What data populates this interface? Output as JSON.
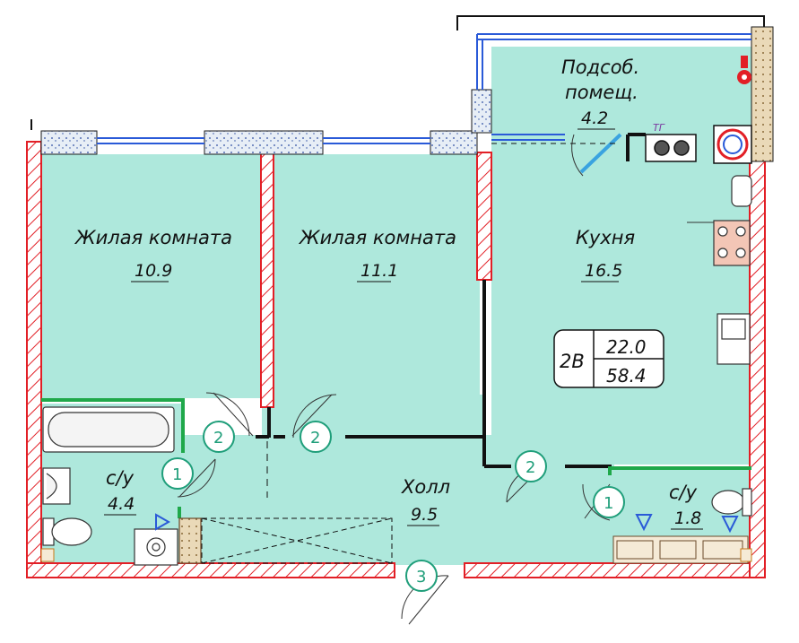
{
  "colors": {
    "floor": "#aee8dc",
    "wall_outline": "#e21f26",
    "wall_hatch": "#e21f26",
    "insulation": "#9fb3c8",
    "window": "#2a5ad8",
    "door_number": "#1f9e7a",
    "partition": "#111111",
    "green_partition": "#1fa84a"
  },
  "rooms": [
    {
      "id": "bedroom-1",
      "name": "Жилая комната",
      "area": "10.9"
    },
    {
      "id": "bedroom-2",
      "name": "Жилая комната",
      "area": "11.1"
    },
    {
      "id": "kitchen",
      "name": "Кухня",
      "area": "16.5"
    },
    {
      "id": "utility",
      "name_line1": "Подсоб.",
      "name_line2": "помещ.",
      "area": "4.2"
    },
    {
      "id": "bathroom-1",
      "name": "с/у",
      "area": "4.4"
    },
    {
      "id": "hall",
      "name": "Холл",
      "area": "9.5"
    },
    {
      "id": "bathroom-2",
      "name": "с/у",
      "area": "1.8"
    }
  ],
  "apartment": {
    "type": "2В",
    "living_area": "22.0",
    "total_area": "58.4"
  },
  "door_numbers": [
    "2",
    "2",
    "1",
    "2",
    "1",
    "3"
  ],
  "gas_label": "ТГ",
  "icons": [
    "gas-boiler-icon",
    "gas-stove-icon",
    "kitchen-sink-icon",
    "bathtub-icon",
    "toilet-icon",
    "washbasin-icon",
    "water-riser-icon",
    "washing-machine-icon",
    "fire-valve-icon"
  ]
}
